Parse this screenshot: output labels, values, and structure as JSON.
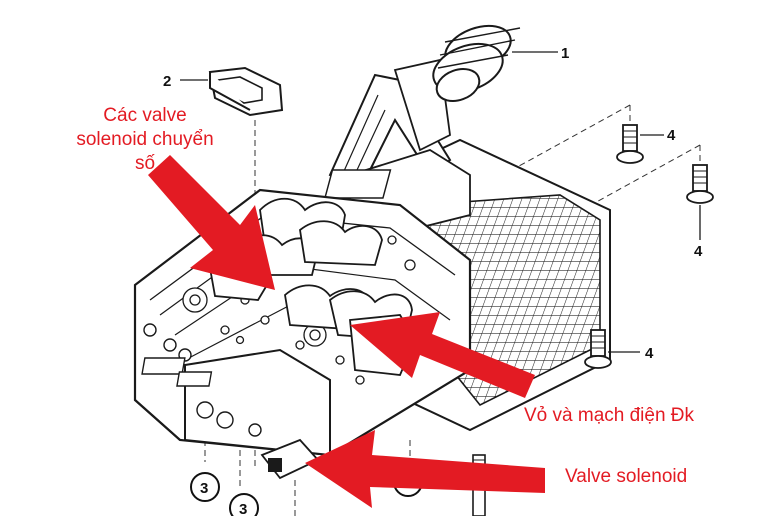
{
  "part_numbers": {
    "p1": "1",
    "p2": "2",
    "p4a": "4",
    "p4b": "4",
    "p4c": "4",
    "p3a": "3",
    "p3b": "3",
    "p3c": "3"
  },
  "annotations": {
    "shift_solenoids": [
      "Các valve",
      "solenoid chuyển",
      "số"
    ],
    "housing_circuit": "Vỏ và mạch điện Đk",
    "valve_solenoid": "Valve solenoid"
  },
  "colors": {
    "annotation": "#e31b23",
    "line_art": "#1a1a1a"
  }
}
